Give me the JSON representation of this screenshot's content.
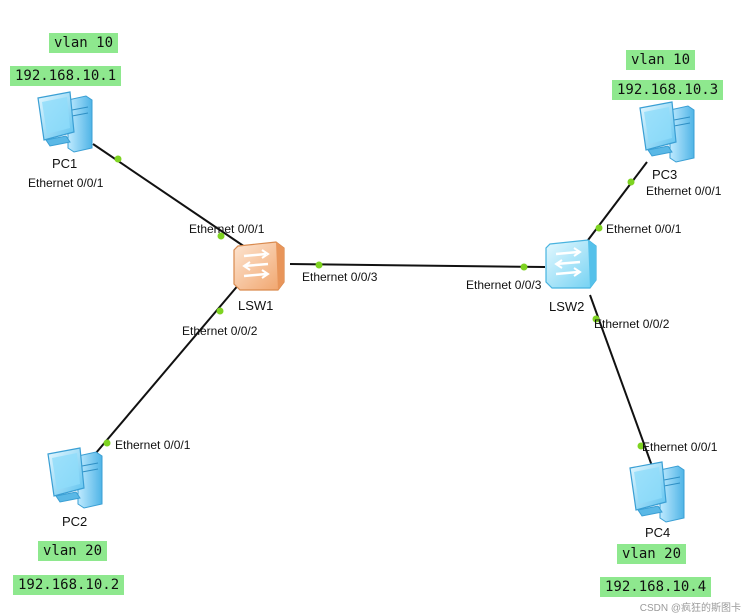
{
  "devices": {
    "pc1": {
      "name": "PC1",
      "vlan": "vlan 10",
      "ip": "192.168.10.1"
    },
    "pc2": {
      "name": "PC2",
      "vlan": "vlan 20",
      "ip": "192.168.10.2"
    },
    "pc3": {
      "name": "PC3",
      "vlan": "vlan 10",
      "ip": "192.168.10.3"
    },
    "pc4": {
      "name": "PC4",
      "vlan": "vlan 20",
      "ip": "192.168.10.4"
    },
    "lsw1": {
      "name": "LSW1"
    },
    "lsw2": {
      "name": "LSW2"
    }
  },
  "ports": {
    "pc1_eth": "Ethernet 0/0/1",
    "lsw1_to_pc1": "Ethernet 0/0/1",
    "lsw1_to_pc2": "Ethernet 0/0/2",
    "lsw1_to_lsw2": "Ethernet 0/0/3",
    "pc2_eth": "Ethernet 0/0/1",
    "pc3_eth": "Ethernet 0/0/1",
    "lsw2_to_pc3": "Ethernet 0/0/1",
    "lsw2_to_lsw1": "Ethernet 0/0/3",
    "lsw2_to_pc4": "Ethernet 0/0/2",
    "pc4_eth": "Ethernet 0/0/1"
  },
  "watermark": "CSDN @疯狂的斯图卡",
  "colors": {
    "tag_bg": "#8ee88e",
    "port_dot": "#7ed321",
    "link": "#111111",
    "pc_body": "#7fd1f5",
    "lsw1_body": "#f6b98a",
    "lsw2_body": "#8fdcf5"
  }
}
